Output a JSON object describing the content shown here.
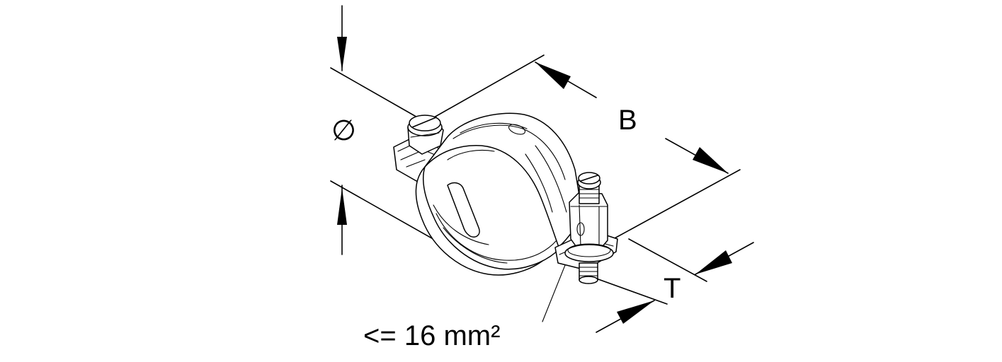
{
  "labels": {
    "diameter": "∅",
    "width": "B",
    "thickness": "T",
    "cable_section": "<= 16 mm²"
  },
  "colors": {
    "line": "#000000",
    "background": "#ffffff"
  }
}
